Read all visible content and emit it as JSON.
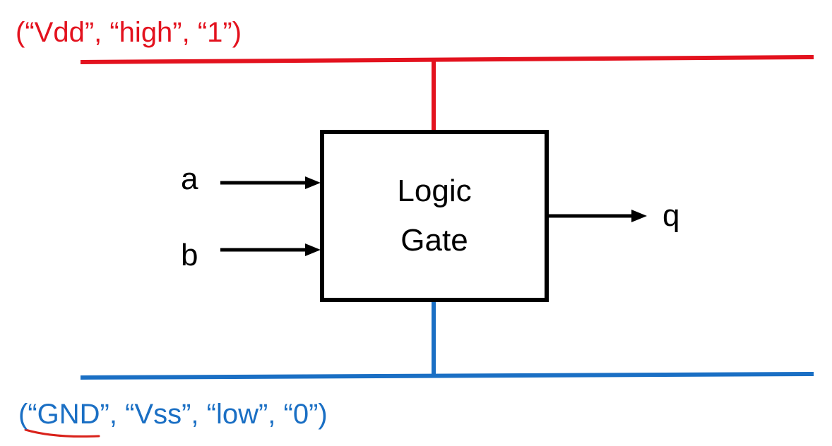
{
  "colors": {
    "supply": "#e3121e",
    "ground": "#1a6fc4",
    "wire": "#000000",
    "underline": "#d9211a"
  },
  "supply_label": "(“Vdd”, “high”, “1”)",
  "ground_label": "(“GND”, “Vss”, “low”, “0”)",
  "gate": {
    "line1": "Logic",
    "line2": "Gate"
  },
  "inputs": {
    "a": "a",
    "b": "b"
  },
  "output": {
    "q": "q"
  }
}
